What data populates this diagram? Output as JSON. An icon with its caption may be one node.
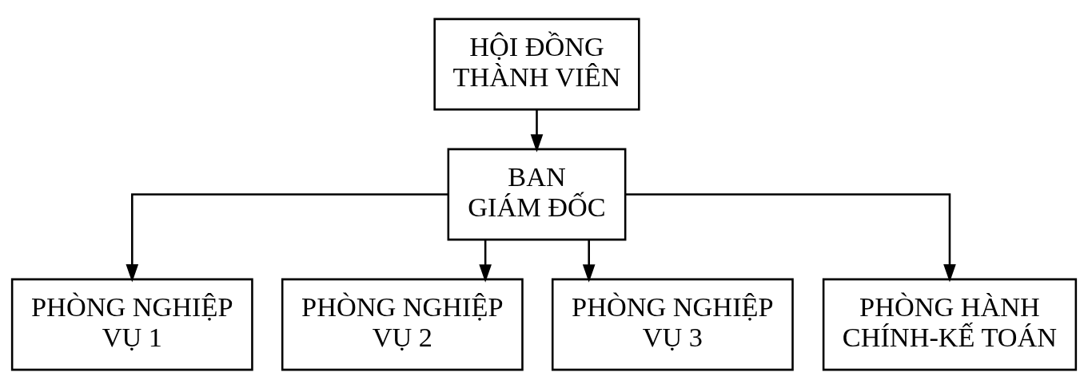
{
  "diagram": {
    "nodes": [
      {
        "text": [
          "HỘI ĐỒNG THÀNH VIÊN"
        ]
      },
      {
        "text": [
          "BAN GIÁM ĐỐC"
        ]
      },
      {
        "text": [
          "PHÒNG NGHIỆP VỤ 1"
        ]
      },
      {
        "text": [
          "PHÒNG NGHIỆP VỤ 2"
        ]
      },
      {
        "text": [
          "PHÒNG NGHIỆP VỤ 3"
        ]
      },
      {
        "text": [
          "PHÒNG HÀNH CHÍNH-KẾ TOÁN"
        ]
      }
    ],
    "edges": [
      {
        "from": 0,
        "to": 1,
        "arrow": "to"
      },
      {
        "from": 1,
        "to": 2,
        "arrow": "to"
      },
      {
        "from": 1,
        "to": 3,
        "arrow": "to"
      },
      {
        "from": 1,
        "to": 4,
        "arrow": "to"
      },
      {
        "from": 1,
        "to": 5,
        "arrow": "to"
      }
    ]
  }
}
